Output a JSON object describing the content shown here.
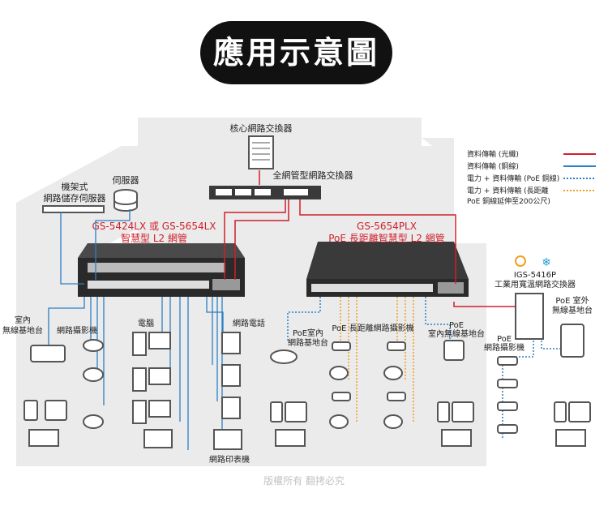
{
  "title": "應用示意圖",
  "labels": {
    "core_switch": "核心網路交換器",
    "managed_switch": "全網管型網路交換器",
    "server": "伺服器",
    "rack_nas_1": "機架式",
    "rack_nas_2": "網路儲存伺服器",
    "switch_a_1": "GS-5424LX 或 GS-5654LX",
    "switch_a_2": "智慧型 L2 網管",
    "switch_b_1": "GS-5654PLX",
    "switch_b_2": "PoE 長距離智慧型 L2 網管",
    "ap_indoor_1": "室內",
    "ap_indoor_2": "無線基地台",
    "ip_camera": "網路攝影機",
    "computer": "電腦",
    "ip_phone": "網路電話",
    "poe_ap_1": "PoE室內",
    "poe_ap_2": "網路基地台",
    "poe_long_cam": "PoE 長距離網路攝影機",
    "poe_ap_b_1": "PoE",
    "poe_ap_b_2": "室內無線基地台",
    "igs_1": "IGS-5416P",
    "igs_2": "工業用寬溫網路交換器",
    "poe_cam_1": "PoE",
    "poe_cam_2": "網路攝影機",
    "outdoor_ap_1": "PoE 室外",
    "outdoor_ap_2": "無線基地台",
    "printer": "網路印表機",
    "footer": "版權所有 翻拷必究"
  },
  "legend": [
    {
      "label": "資料傳輸 (光纖)",
      "color": "#d0202a",
      "style": "solid"
    },
    {
      "label": "資料傳輸 (銅線)",
      "color": "#2a7fc6",
      "style": "solid"
    },
    {
      "label": "電力 + 資料傳輸 (PoE 銅線)",
      "color": "#2a7fc6",
      "style": "dotted"
    },
    {
      "label": "電力 + 資料傳輸 (長距離",
      "color": "#f0a020",
      "style": "dotted"
    },
    {
      "label": "PoE 銅線延伸至200公尺)",
      "color": "",
      "style": "none"
    }
  ],
  "colors": {
    "fiber": "#d0202a",
    "copper": "#2a7fc6",
    "poe_long": "#f0a020",
    "building": "#ebebeb",
    "device": "#555555"
  }
}
